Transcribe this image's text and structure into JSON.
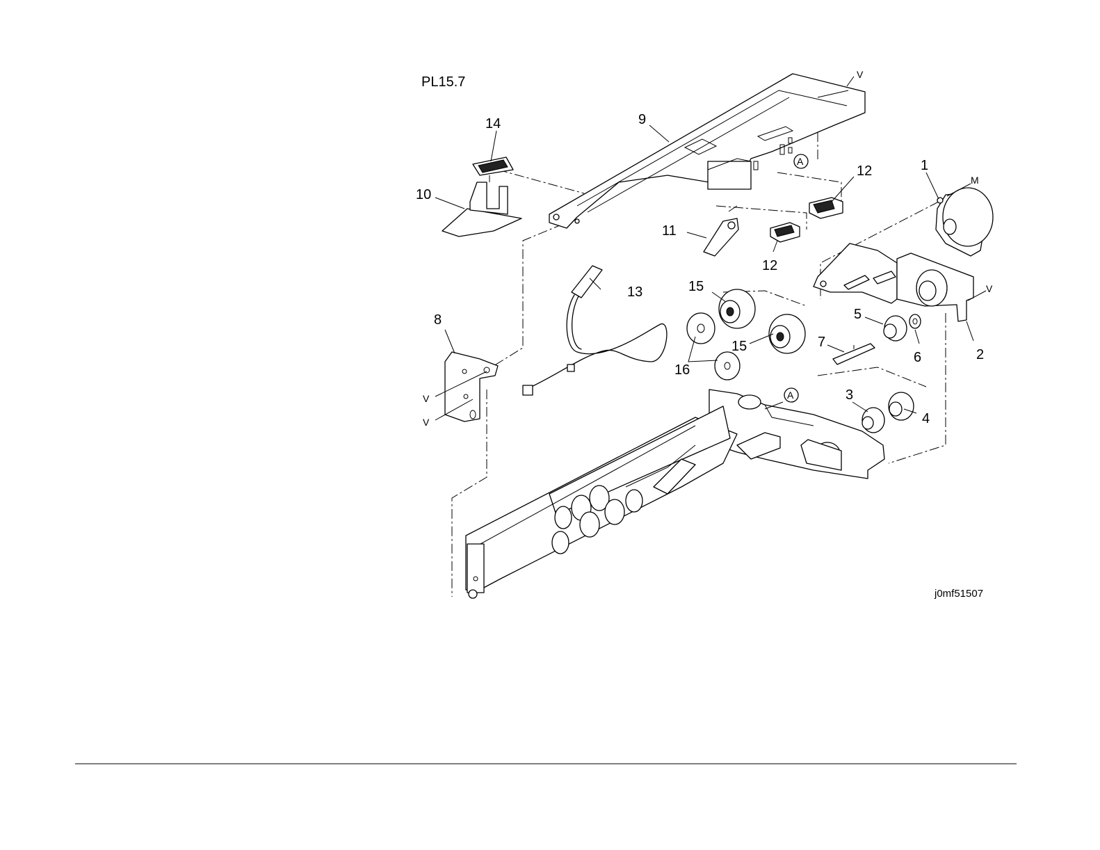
{
  "plate": "PL15.7",
  "figure_code": "j0mf51507",
  "callouts": {
    "c1": "1",
    "c2": "2",
    "c3": "3",
    "c4": "4",
    "c5": "5",
    "c6": "6",
    "c7": "7",
    "c8": "8",
    "c9": "9",
    "c10": "10",
    "c11": "11",
    "c12a": "12",
    "c12b": "12",
    "c13": "13",
    "c14": "14",
    "c15a": "15",
    "c15b": "15",
    "c16": "16"
  },
  "marks": {
    "v_top": "V",
    "v_right": "V",
    "v_left1": "V",
    "v_left2": "V",
    "motor": "M",
    "a1": "A",
    "a2": "A"
  }
}
